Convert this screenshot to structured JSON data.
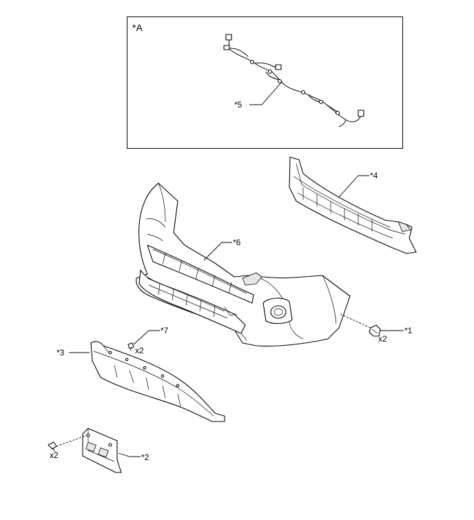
{
  "inset": {
    "label": "*A"
  },
  "callouts": {
    "c1": "*1",
    "c2": "*2",
    "c3": "*3",
    "c4": "*4",
    "c5": "*5",
    "c6": "*6",
    "c7": "*7"
  },
  "quantities": {
    "q1": "x2",
    "q2": "x2",
    "q7": "x2"
  }
}
